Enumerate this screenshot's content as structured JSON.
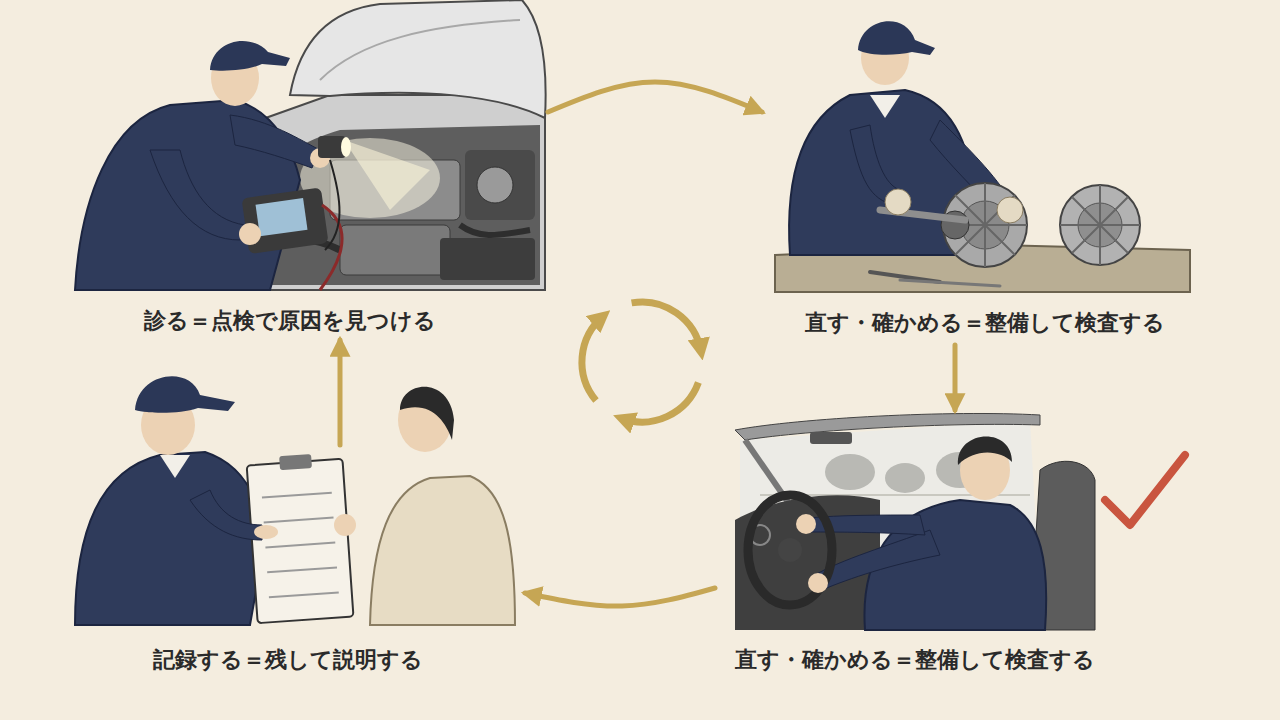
{
  "diagram": {
    "nodes": [
      {
        "text": [
          "診る＝点検で原因を見つける"
        ]
      },
      {
        "text": [
          "直す・確かめる＝整備して検査する"
        ]
      },
      {
        "text": [
          "記録する＝残して説明する"
        ]
      },
      {
        "text": [
          "直す・確かめる＝整備して検査する"
        ]
      }
    ],
    "edges": [
      {
        "from": 0,
        "to": 1,
        "arrow": "to"
      },
      {
        "from": 1,
        "to": 3,
        "arrow": "to"
      },
      {
        "from": 3,
        "to": 2,
        "arrow": "to"
      },
      {
        "from": 2,
        "to": 0,
        "arrow": "to"
      }
    ]
  }
}
